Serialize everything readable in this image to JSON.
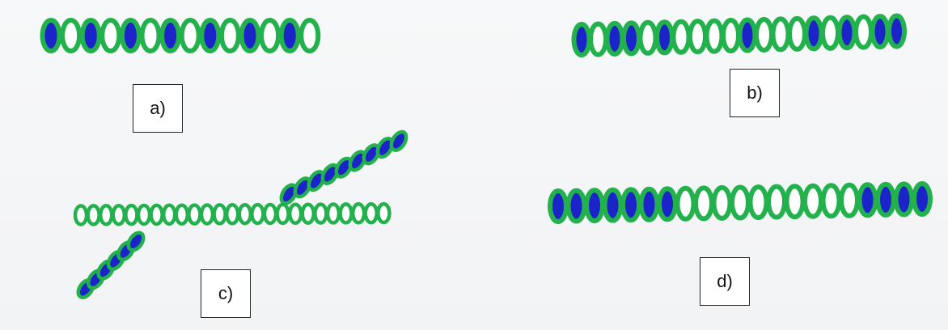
{
  "colors": {
    "ring": "#22b14c",
    "filled": "#1a24c8",
    "empty": "#ffffff"
  },
  "panels": [
    {
      "id": "a",
      "label": "a)",
      "description_pattern": "alternating",
      "chains": [
        {
          "pattern": [
            1,
            0,
            1,
            0,
            1,
            0,
            1,
            0,
            1,
            0,
            1,
            0,
            1,
            0
          ]
        }
      ]
    },
    {
      "id": "b",
      "label": "b)",
      "chains": [
        {
          "pattern": [
            1,
            0,
            1,
            1,
            0,
            1,
            0,
            0,
            0,
            0,
            1,
            0,
            0,
            0,
            1,
            0,
            1,
            0,
            1,
            1
          ]
        }
      ]
    },
    {
      "id": "c",
      "label": "c)",
      "chains": [
        {
          "role": "backbone",
          "pattern": [
            0,
            0,
            0,
            0,
            0,
            0,
            0,
            0,
            0,
            0,
            0,
            0,
            0,
            0,
            0,
            0,
            0,
            0,
            0,
            0,
            0,
            0,
            0,
            0,
            0
          ]
        },
        {
          "role": "branch-up",
          "pattern": [
            1,
            1,
            1,
            1,
            1,
            1,
            1,
            1,
            1
          ]
        },
        {
          "role": "branch-down",
          "pattern": [
            1,
            1,
            1,
            1,
            1,
            1
          ]
        }
      ]
    },
    {
      "id": "d",
      "label": "d)",
      "chains": [
        {
          "pattern": [
            1,
            1,
            1,
            1,
            1,
            1,
            1,
            0,
            0,
            0,
            0,
            0,
            0,
            0,
            0,
            0,
            0,
            1,
            1,
            1,
            1
          ]
        }
      ]
    }
  ]
}
